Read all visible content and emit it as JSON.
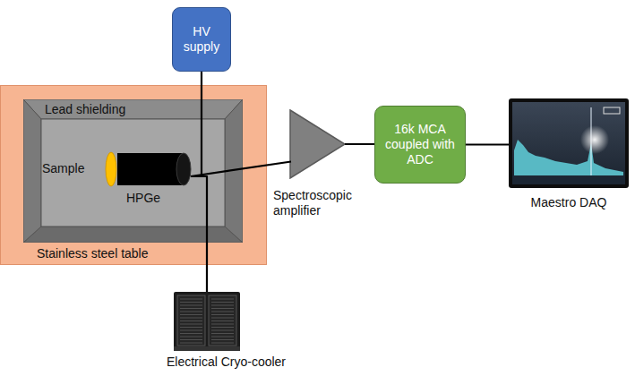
{
  "diagram": {
    "nodes": [
      {
        "text": [
          "HV supply"
        ]
      },
      {
        "text": [
          "Stainless steel table"
        ]
      },
      {
        "text": [
          "Lead shielding"
        ],
        "in": 1
      },
      {
        "text": [
          "Sample"
        ],
        "in": 2
      },
      {
        "text": [
          "HPGe"
        ],
        "in": 2
      },
      {
        "text": [
          "Spectroscopic amplifier"
        ]
      },
      {
        "text": [
          "16k MCA coupled with ADC"
        ]
      },
      {
        "text": [
          "Maestro DAQ"
        ]
      },
      {
        "text": [
          "Electrical Cryo-cooler"
        ]
      }
    ],
    "edges": [
      {
        "from": 0,
        "to": 4,
        "arrow": "none"
      },
      {
        "from": 4,
        "to": 5,
        "arrow": "none"
      },
      {
        "from": 5,
        "to": 6,
        "arrow": "none"
      },
      {
        "from": 6,
        "to": 7,
        "arrow": "none"
      },
      {
        "from": 4,
        "to": 8,
        "arrow": "none"
      }
    ]
  }
}
